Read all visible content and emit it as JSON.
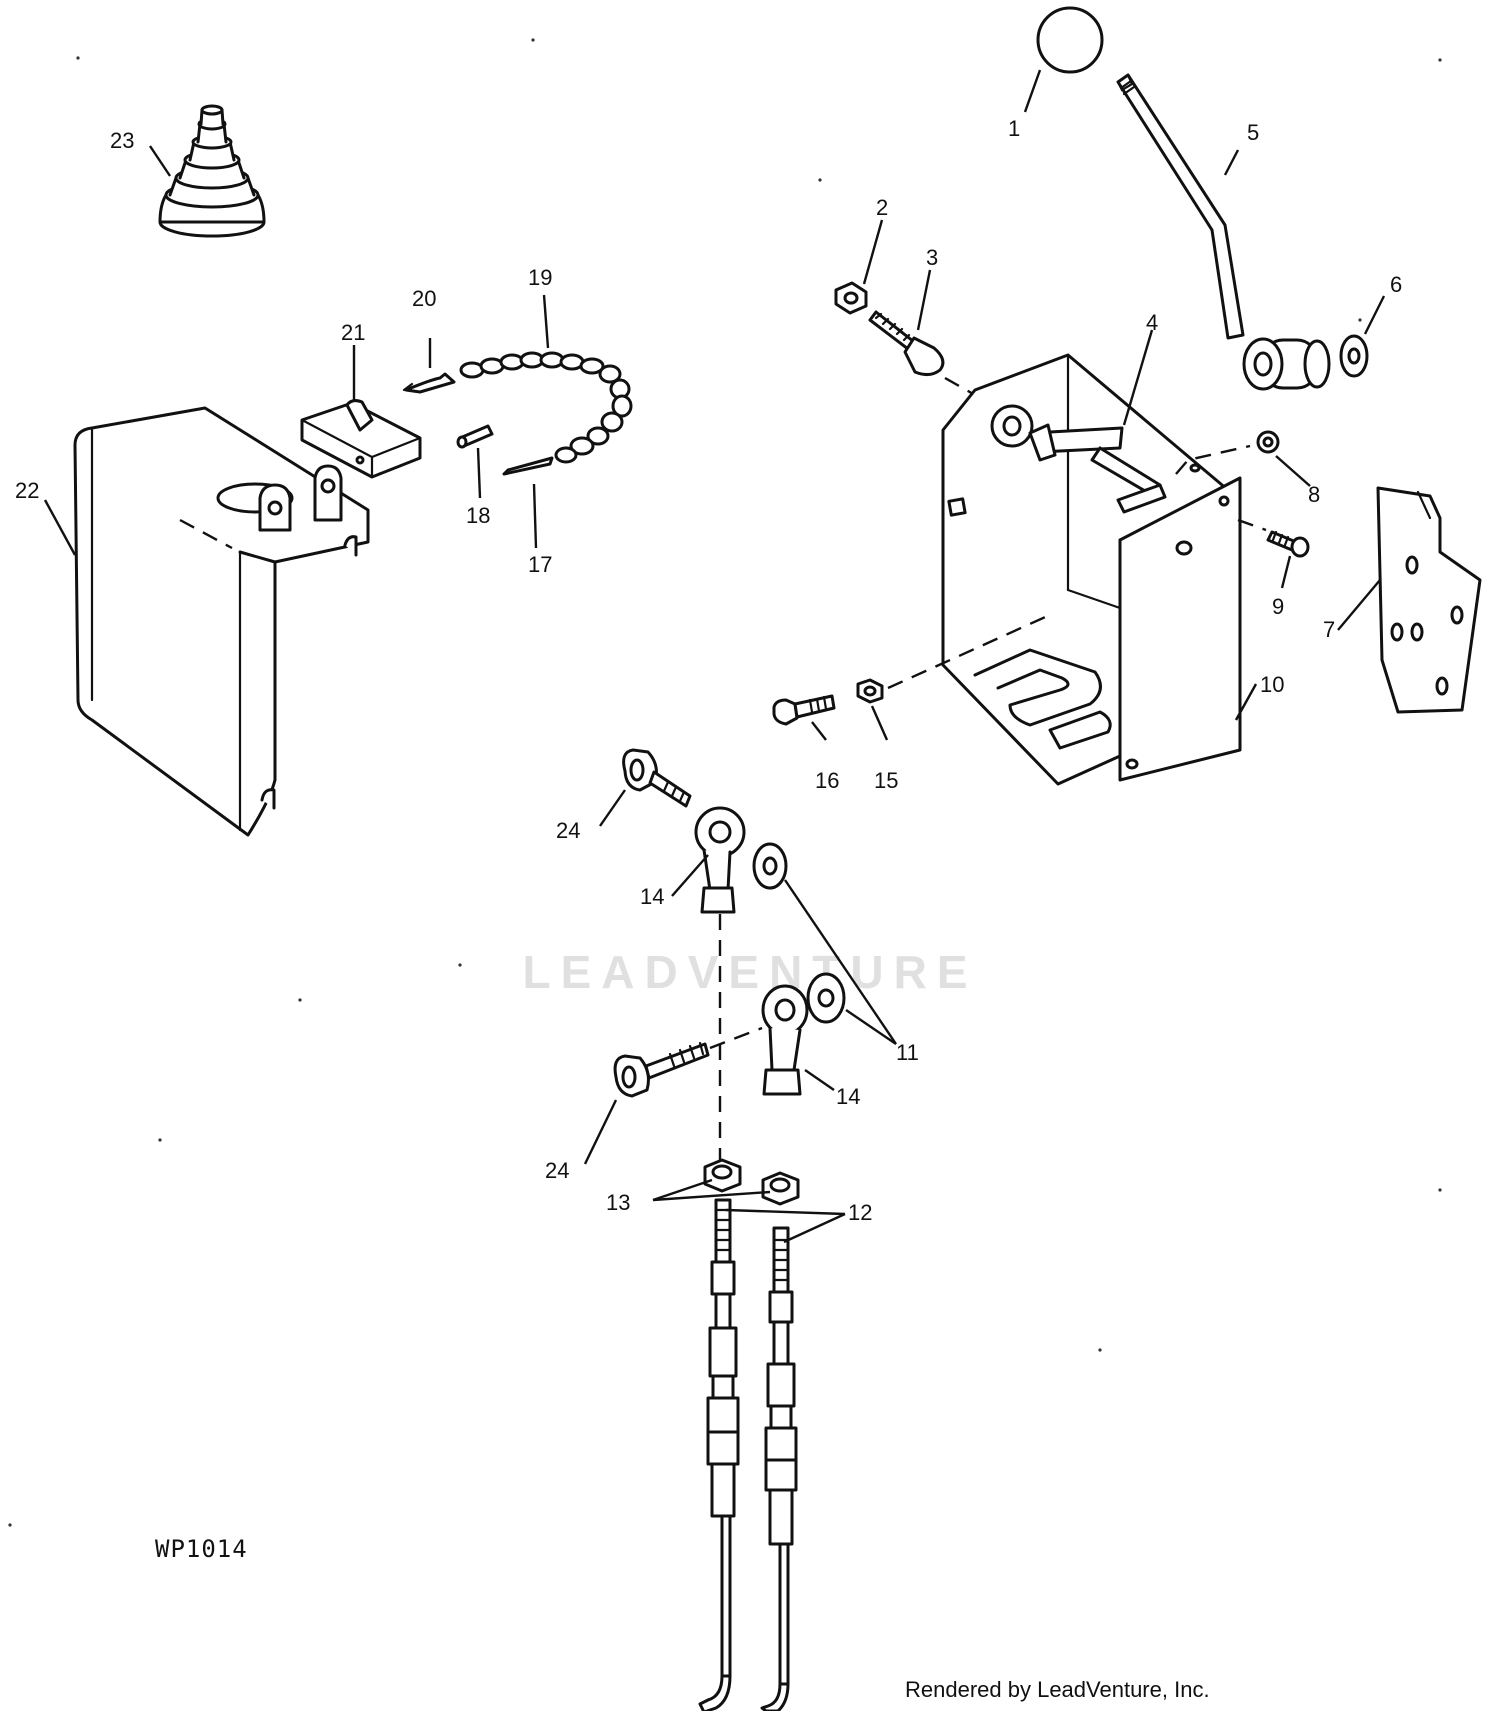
{
  "diagram": {
    "drawing_code": "WP1014",
    "credit": "Rendered by LeadVenture, Inc.",
    "watermark": "LEADVENTURE",
    "callouts": {
      "c1": "1",
      "c2": "2",
      "c3": "3",
      "c4": "4",
      "c5": "5",
      "c6": "6",
      "c7": "7",
      "c8": "8",
      "c9": "9",
      "c10": "10",
      "c11": "11",
      "c12": "12",
      "c13": "13",
      "c14a": "14",
      "c14b": "14",
      "c15": "15",
      "c16": "16",
      "c17": "17",
      "c18": "18",
      "c19": "19",
      "c20": "20",
      "c21": "21",
      "c22": "22",
      "c23": "23",
      "c24a": "24",
      "c24b": "24"
    }
  }
}
